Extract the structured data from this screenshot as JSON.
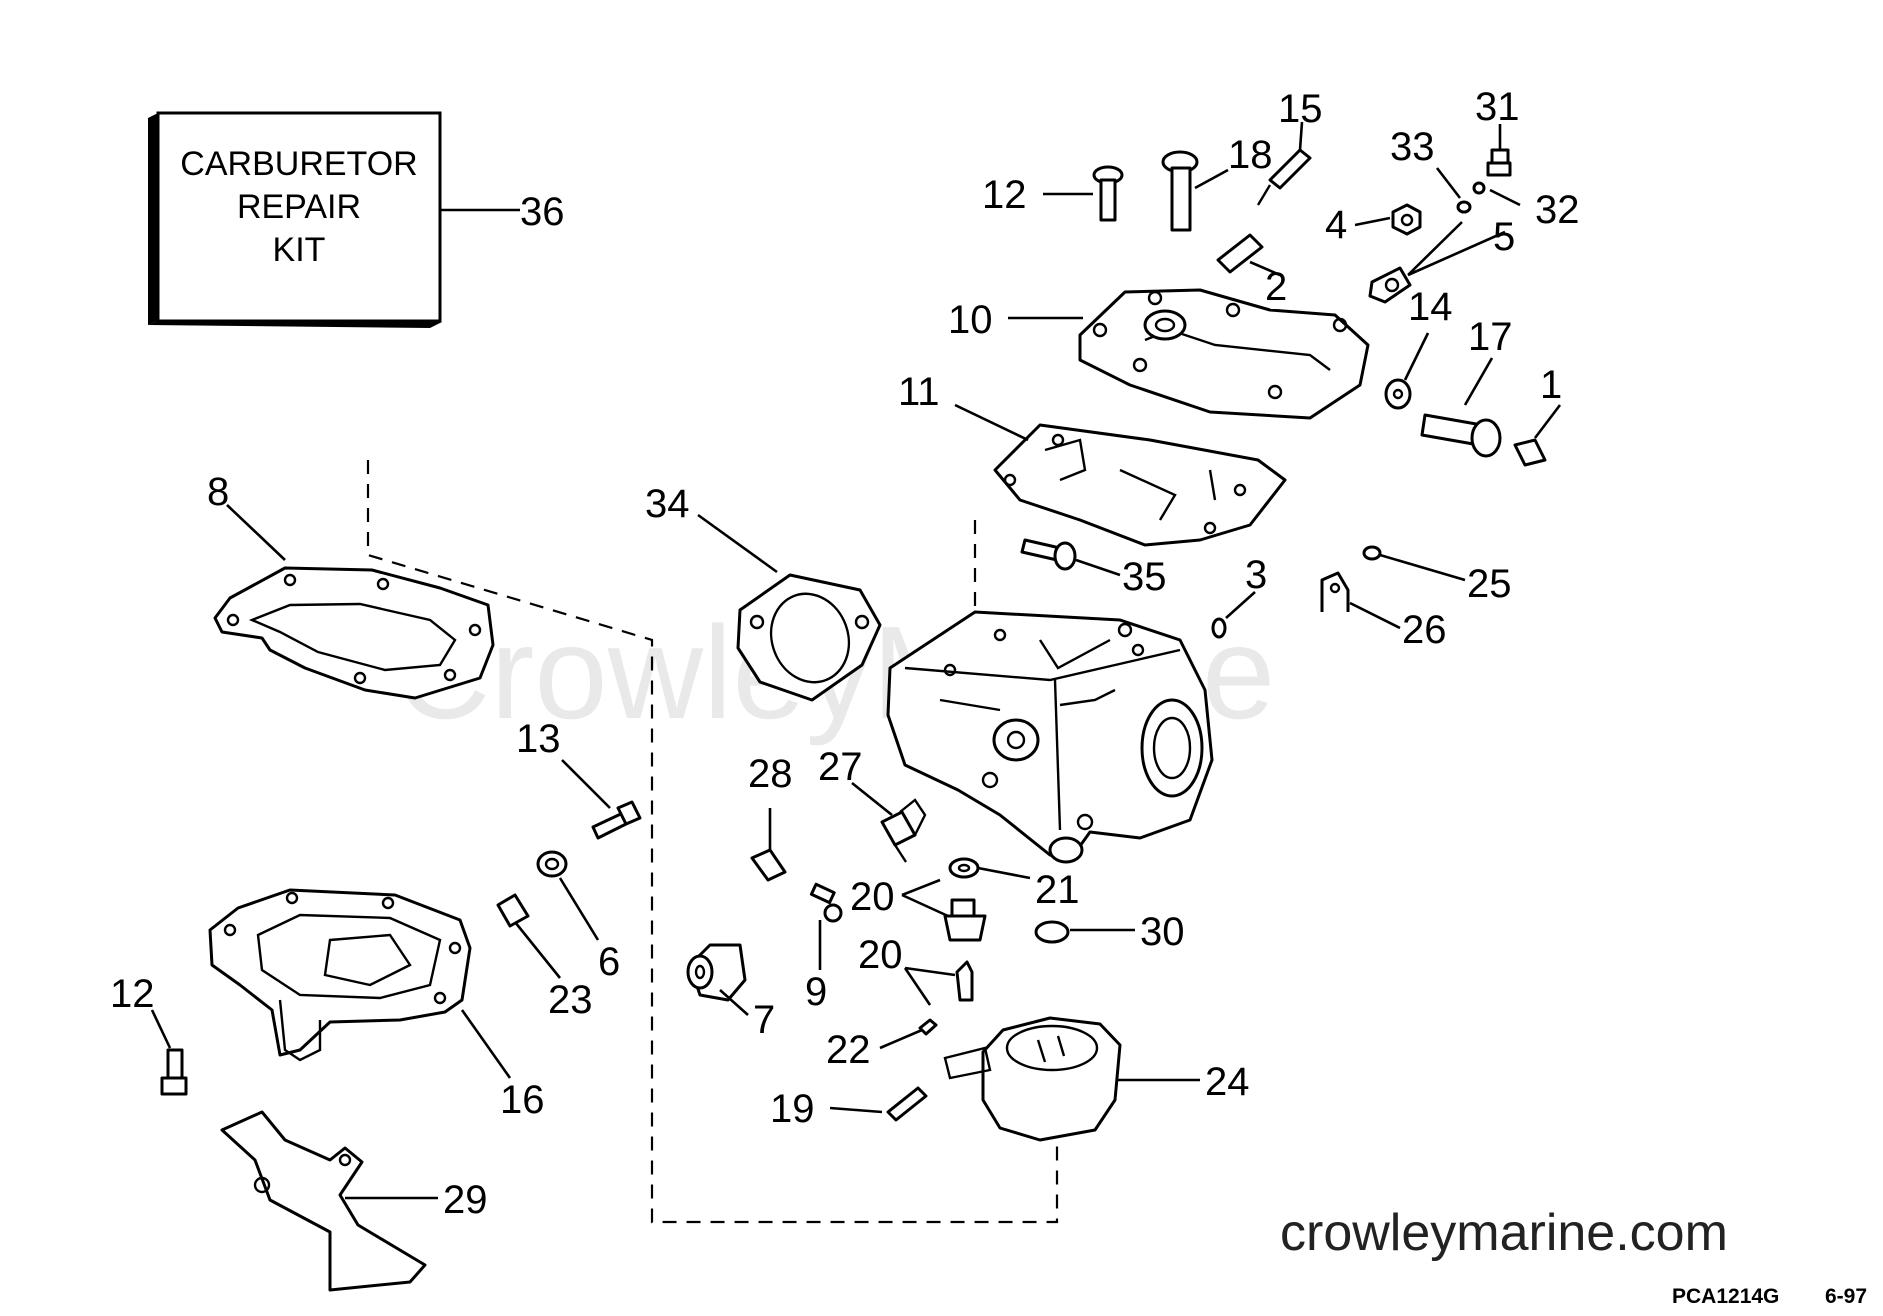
{
  "kit_box": {
    "line1": "CARBURETOR",
    "line2": "REPAIR",
    "line3": "KIT"
  },
  "watermark": "CrowleyMarine",
  "footer": {
    "website": "crowleymarine.com",
    "drawing_code": "PCA1214G",
    "date_code": "6-97"
  },
  "callouts": {
    "n1": "1",
    "n2": "2",
    "n3": "3",
    "n4": "4",
    "n5": "5",
    "n6": "6",
    "n7": "7",
    "n8": "8",
    "n9": "9",
    "n10": "10",
    "n11": "11",
    "n12a": "12",
    "n12b": "12",
    "n13": "13",
    "n14": "14",
    "n15": "15",
    "n16": "16",
    "n17": "17",
    "n18": "18",
    "n19": "19",
    "n20a": "20",
    "n20b": "20",
    "n21": "21",
    "n22": "22",
    "n23": "23",
    "n24": "24",
    "n25": "25",
    "n26": "26",
    "n27": "27",
    "n28": "28",
    "n29": "29",
    "n30": "30",
    "n31": "31",
    "n32": "32",
    "n33": "33",
    "n34": "34",
    "n35": "35",
    "n36": "36"
  },
  "colors": {
    "line": "#000000",
    "background": "#ffffff",
    "watermark": "#e9e9e9"
  }
}
